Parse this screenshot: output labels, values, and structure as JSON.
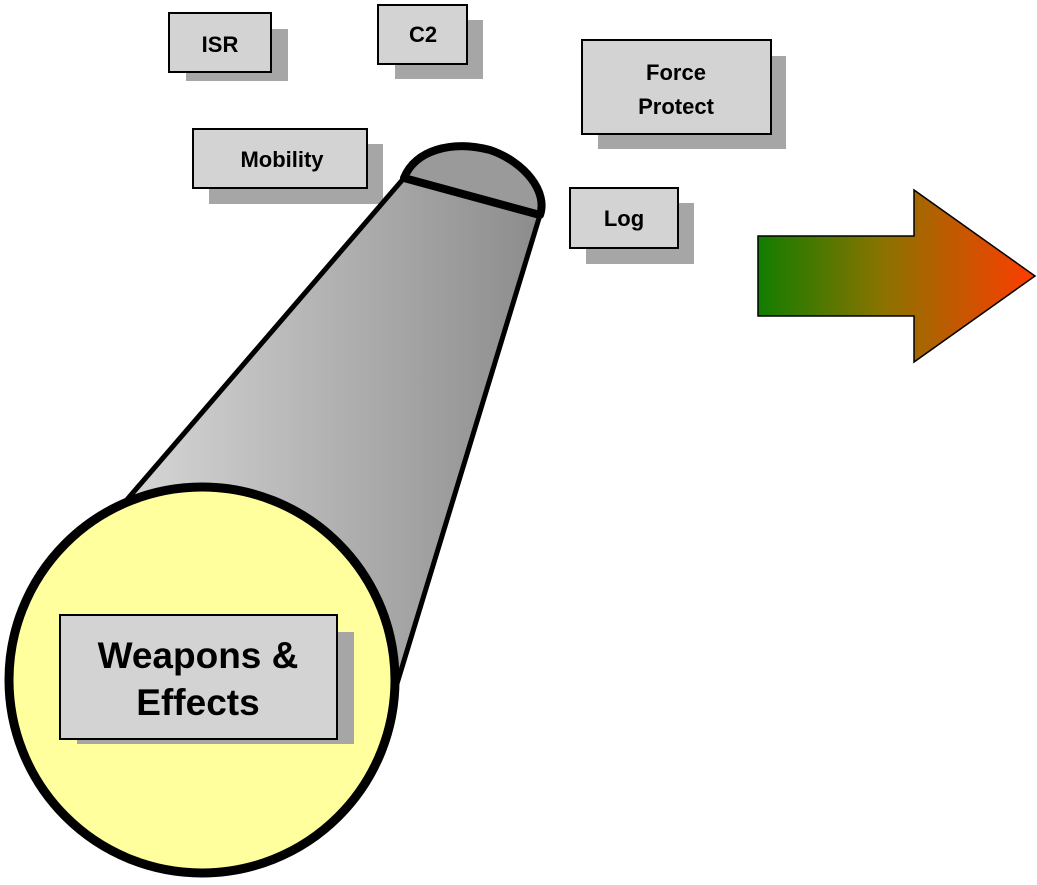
{
  "labels": {
    "isr": "ISR",
    "c2": "C2",
    "force_protect_line1": "Force",
    "force_protect_line2": "Protect",
    "mobility": "Mobility",
    "log": "Log",
    "weapons_line1": "Weapons &",
    "weapons_line2": "Effects"
  },
  "colors": {
    "box_fill": "#d3d3d3",
    "box_shadow": "#a6a6a6",
    "tube_light": "#e0e0e0",
    "tube_dark": "#8c8c8c",
    "tube_end": "#9a9a9a",
    "lens_fill": "#ffff9e",
    "arrow_start": "#127d00",
    "arrow_mid": "#8a7300",
    "arrow_end": "#ff3c00"
  }
}
